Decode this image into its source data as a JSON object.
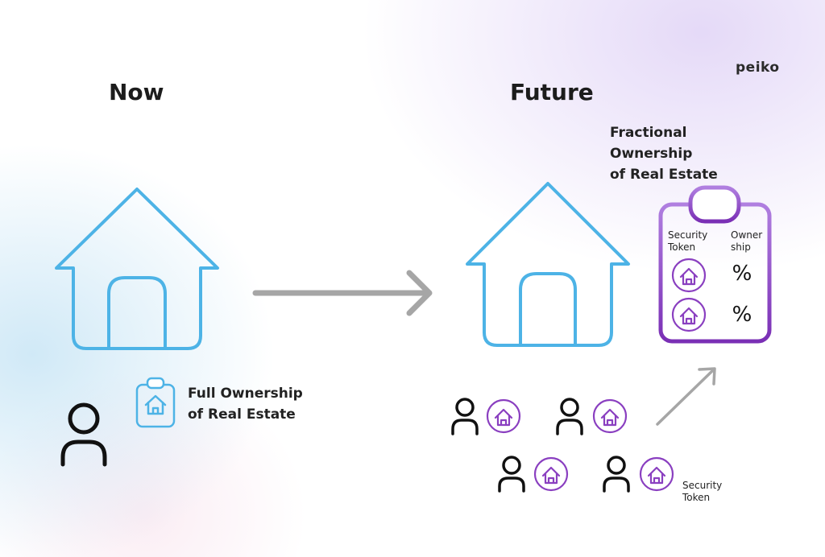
{
  "brand": {
    "name": "peiko"
  },
  "now": {
    "heading": "Now",
    "ownership_label_line1": "Full Ownership",
    "ownership_label_line2": "of Real Estate"
  },
  "future": {
    "heading": "Future",
    "fractional_label_line1": "Fractional",
    "fractional_label_line2": "Ownership",
    "fractional_label_line3": "of Real Estate",
    "clipboard": {
      "col1_line1": "Security",
      "col1_line2": "Token",
      "col2_line1": "Owner",
      "col2_line2": "ship",
      "percent_row1": "%",
      "percent_row2": "%"
    },
    "token_legend_line1": "Security",
    "token_legend_line2": "Token"
  },
  "colors": {
    "house_blue": "#4db3e6",
    "token_purple": "#8a3fc0",
    "arrow_gray": "#a6a6a6",
    "person_black": "#111111"
  },
  "icons": [
    "house-icon",
    "clipboard-icon",
    "person-icon",
    "token-house-icon",
    "arrow-right-icon",
    "arrow-up-right-icon"
  ]
}
